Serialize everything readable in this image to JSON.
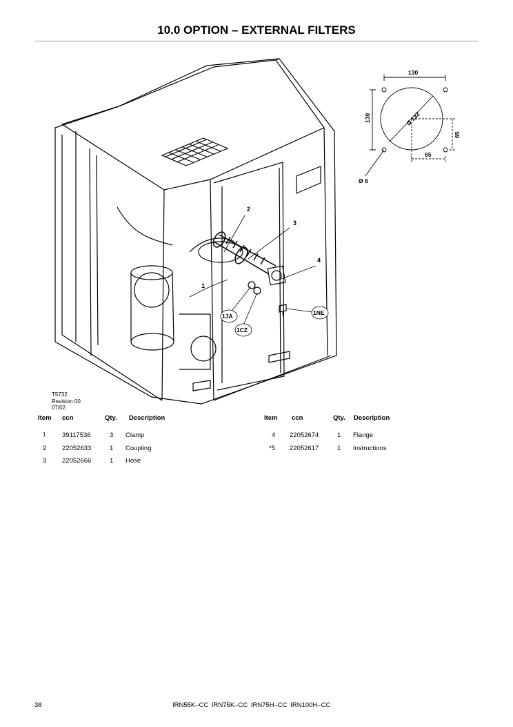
{
  "header": {
    "title": "10.0 OPTION – EXTERNAL FILTERS"
  },
  "figure": {
    "code_lines": [
      "T5732",
      "Revision 00",
      "07/02"
    ],
    "callouts": [
      "1",
      "2",
      "3",
      "4",
      "1JA",
      "1CZ",
      "1NE"
    ],
    "detail": {
      "width": "130",
      "height": "130",
      "diameter": "Ø 132",
      "offset_x": "65",
      "offset_y": "65",
      "hole": "Ø 8"
    }
  },
  "table": {
    "headers": {
      "item": "Item",
      "ccn": "ccn",
      "qty": "Qty.",
      "description": "Description"
    },
    "left_rows": [
      {
        "item": "1",
        "ccn": "39117536",
        "qty": "3",
        "description": "Clamp"
      },
      {
        "item": "2",
        "ccn": "22052633",
        "qty": "1",
        "description": "Coupling"
      },
      {
        "item": "3",
        "ccn": "22052666",
        "qty": "1",
        "description": "Hose"
      }
    ],
    "right_rows": [
      {
        "item": "4",
        "ccn": "22052674",
        "qty": "1",
        "description": "Flange"
      },
      {
        "item": "*5",
        "ccn": "22052617",
        "qty": "1",
        "description": "Instructions"
      }
    ]
  },
  "footer": {
    "page_number": "38",
    "models": "IRN55K–CC   IRN75K–CC  IRN75H–CC  IRN100H–CC"
  }
}
